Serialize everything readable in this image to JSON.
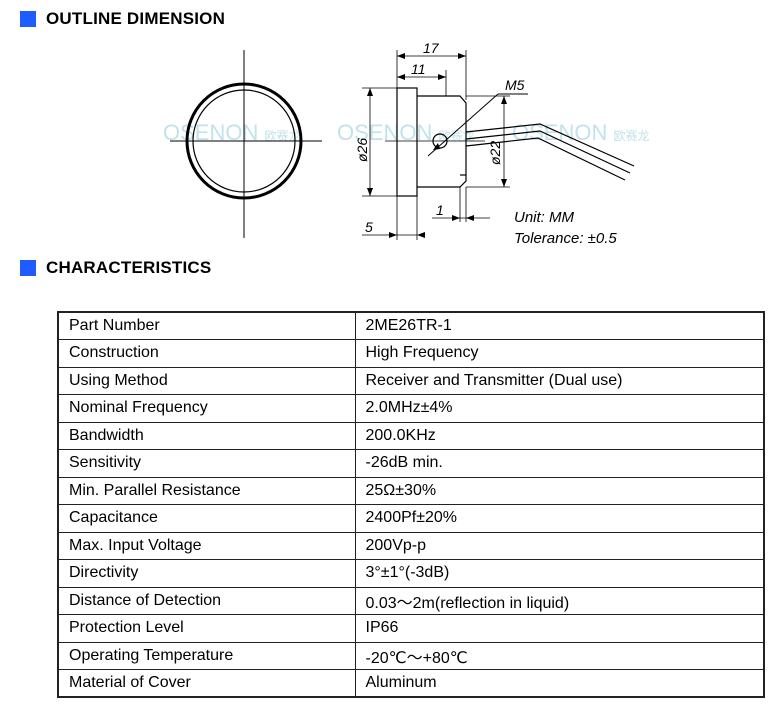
{
  "sections": {
    "outline_title": "OUTLINE DIMENSION",
    "characteristics_title": "CHARACTERISTICS"
  },
  "accent_color": "#1f5cff",
  "drawing": {
    "dim_17": "17",
    "dim_11": "11",
    "dim_m5": "M5",
    "dim_26": "ø26",
    "dim_22": "ø22",
    "dim_5": "5",
    "dim_1": "1",
    "unit": "Unit: MM",
    "tolerance": "Tolerance: ±0.5",
    "watermark": "OSENON 欧赛龙"
  },
  "characteristics": [
    {
      "param": "Part Number",
      "value": "2ME26TR-1"
    },
    {
      "param": "Construction",
      "value": "High Frequency"
    },
    {
      "param": "Using Method",
      "value": "Receiver and Transmitter (Dual use)"
    },
    {
      "param": "Nominal Frequency",
      "value": "2.0MHz±4%"
    },
    {
      "param": "Bandwidth",
      "value": "200.0KHz"
    },
    {
      "param": "Sensitivity",
      "value": "-26dB min."
    },
    {
      "param": "Min. Parallel Resistance",
      "value": "25Ω±30%"
    },
    {
      "param": "Capacitance",
      "value": "2400Pf±20%"
    },
    {
      "param": "Max. Input Voltage",
      "value": "200Vp-p"
    },
    {
      "param": "Directivity",
      "value": "3°±1°(-3dB)"
    },
    {
      "param": "Distance of Detection",
      "value": "0.03～2m(reflection in liquid)"
    },
    {
      "param": "Protection Level",
      "value": "IP66"
    },
    {
      "param": "Operating Temperature",
      "value": "-20℃～+80℃"
    },
    {
      "param": "Material of Cover",
      "value": "Aluminum"
    }
  ]
}
